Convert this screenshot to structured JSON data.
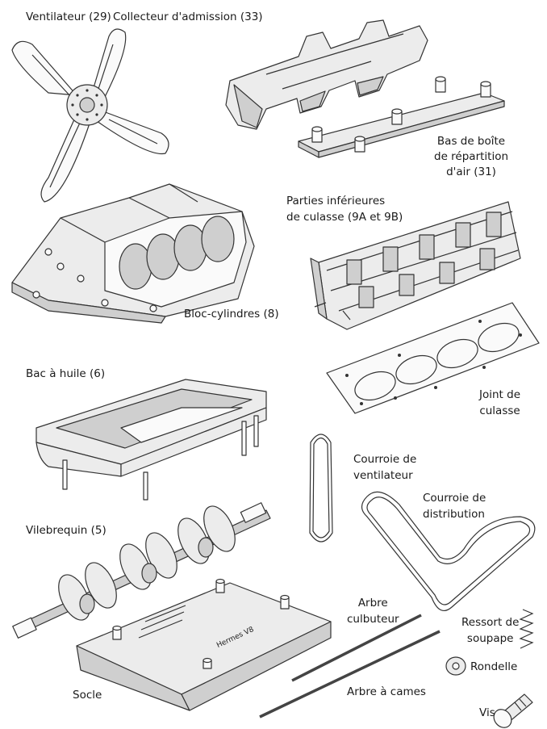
{
  "labels": {
    "ventilateur": "Ventilateur (29)",
    "collecteur": "Collecteur d'admission (33)",
    "bas_boite_1": "Bas de boîte",
    "bas_boite_2": "de répartition",
    "bas_boite_3": "d'air (31)",
    "culasse_1": "Parties inférieures",
    "culasse_2": "de culasse (9A et 9B)",
    "bloc": "Bloc-cylindres (8)",
    "bac": "Bac à huile (6)",
    "joint_1": "Joint de",
    "joint_2": "culasse",
    "courroie_vent_1": "Courroie de",
    "courroie_vent_2": "ventilateur",
    "courroie_dist_1": "Courroie de",
    "courroie_dist_2": "distribution",
    "vilebrequin": "Vilebrequin (5)",
    "arbre_culbuteur_1": "Arbre",
    "arbre_culbuteur_2": "culbuteur",
    "ressort_1": "Ressort de",
    "ressort_2": "soupape",
    "rondelle": "Rondelle",
    "socle": "Socle",
    "arbre_cames": "Arbre à cames",
    "vis": "Vis",
    "socle_marking": "Hermes V8"
  }
}
